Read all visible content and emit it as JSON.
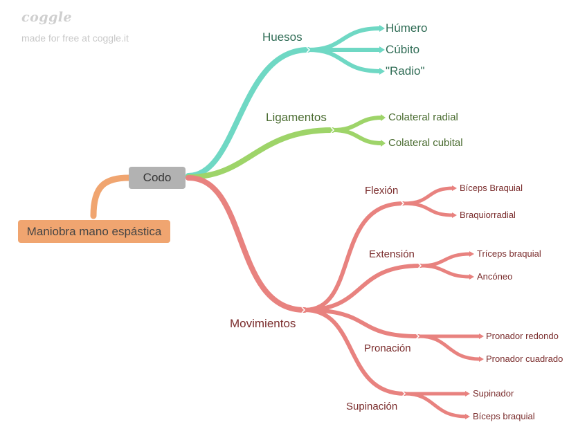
{
  "brand": {
    "logo": "coggle",
    "note": "made for free at coggle.it"
  },
  "colors": {
    "teal": "#6fd8c4",
    "green": "#9ed469",
    "red": "#e8827f",
    "orange": "#f0a570",
    "root": "#b2b2b2"
  },
  "root": {
    "label": "Codo"
  },
  "pinned_note": {
    "label": "Maniobra mano espástica"
  },
  "branches": {
    "huesos": {
      "label": "Huesos",
      "children": [
        "Húmero",
        "Cúbito",
        "\"Radio\""
      ]
    },
    "ligamentos": {
      "label": "Ligamentos",
      "children": [
        "Colateral radial",
        "Colateral cubital"
      ]
    },
    "movimientos": {
      "label": "Movimientos",
      "sub": [
        {
          "label": "Flexión",
          "children": [
            "Bíceps Braquial",
            "Braquiorradial"
          ]
        },
        {
          "label": "Extensión",
          "children": [
            "Tríceps braquial",
            "Ancóneo"
          ]
        },
        {
          "label": "Pronación",
          "children": [
            "Pronador redondo",
            "Pronador cuadrado"
          ]
        },
        {
          "label": "Supinación",
          "children": [
            "Supinador",
            "Bíceps braquial"
          ]
        }
      ]
    }
  }
}
